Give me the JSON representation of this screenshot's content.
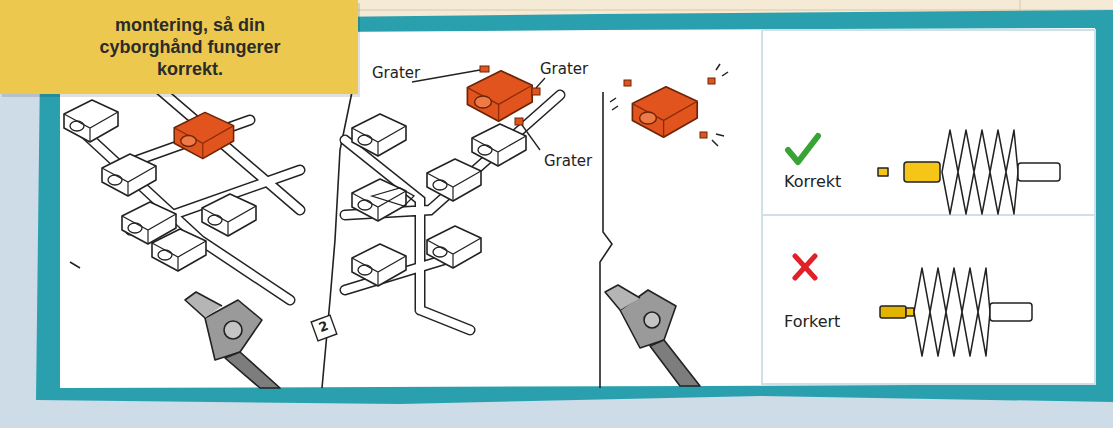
{
  "diagram": {
    "nodes": [
      {
        "text": [
          "montering, så din cyborghånd fungerer korrekt."
        ]
      }
    ],
    "labels": [
      "Grater",
      "Grater",
      "Grater",
      "Korrekt",
      "Forkert",
      "2"
    ]
  }
}
